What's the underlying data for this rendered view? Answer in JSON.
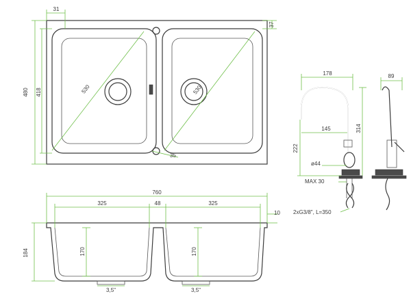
{
  "top_view": {
    "width_label": "31",
    "height_outer": "480",
    "height_inner": "418",
    "diag_left": "530",
    "diag_right": "530",
    "right_offset": "37",
    "hole_label": "35"
  },
  "faucet_front": {
    "width": "178",
    "reach": "145",
    "height": "314",
    "spout_height": "222",
    "hole_dia": "ø44",
    "max_label": "MAX 30",
    "hose_label": "2xG3/8\", L=350"
  },
  "faucet_side": {
    "depth": "89"
  },
  "front_view": {
    "total_width": "760",
    "left_bowl": "325",
    "gap": "48",
    "right_bowl": "325",
    "rim": "10",
    "depth_outer": "184",
    "depth_left": "170",
    "depth_right": "170",
    "drain_left": "3,5\"",
    "drain_right": "3,5\""
  }
}
